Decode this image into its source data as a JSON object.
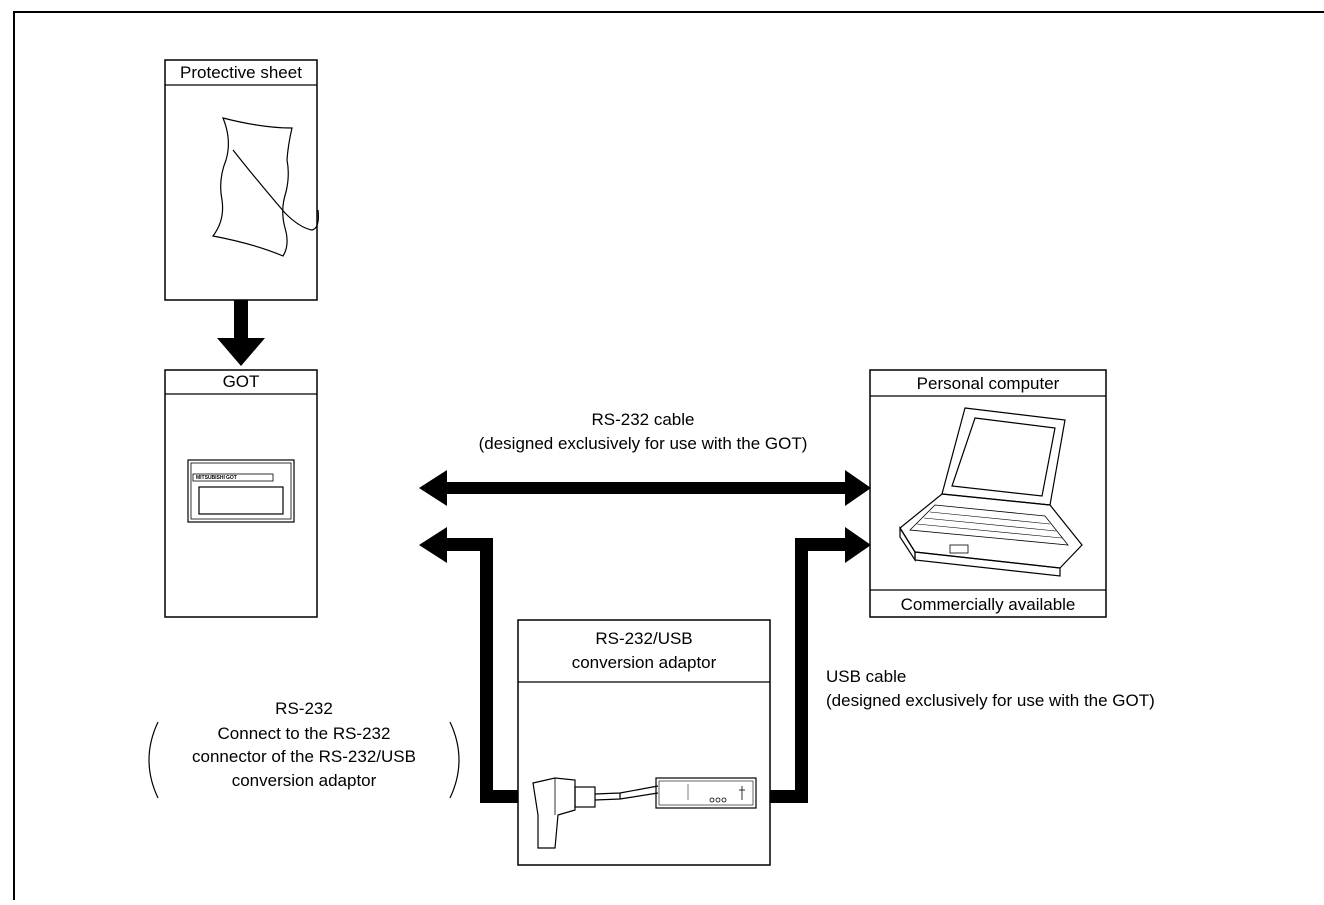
{
  "protective_sheet": {
    "title": "Protective sheet"
  },
  "got": {
    "title": "GOT",
    "brand": "MITSUBISHI",
    "model": "GOT"
  },
  "personal_computer": {
    "title": "Personal computer",
    "footer": "Commercially available"
  },
  "adaptor": {
    "title_line1": "RS-232/USB",
    "title_line2": "conversion adaptor"
  },
  "rs232_cable": {
    "line1": "RS-232 cable",
    "line2": "(designed exclusively for use with the GOT)"
  },
  "usb_cable": {
    "line1": "USB cable",
    "line2": "(designed exclusively for use with the GOT)"
  },
  "rs232_note": {
    "line1": "RS-232",
    "line2": "Connect to the RS-232",
    "line3": "connector of the RS-232/USB",
    "line4": "conversion adaptor"
  }
}
